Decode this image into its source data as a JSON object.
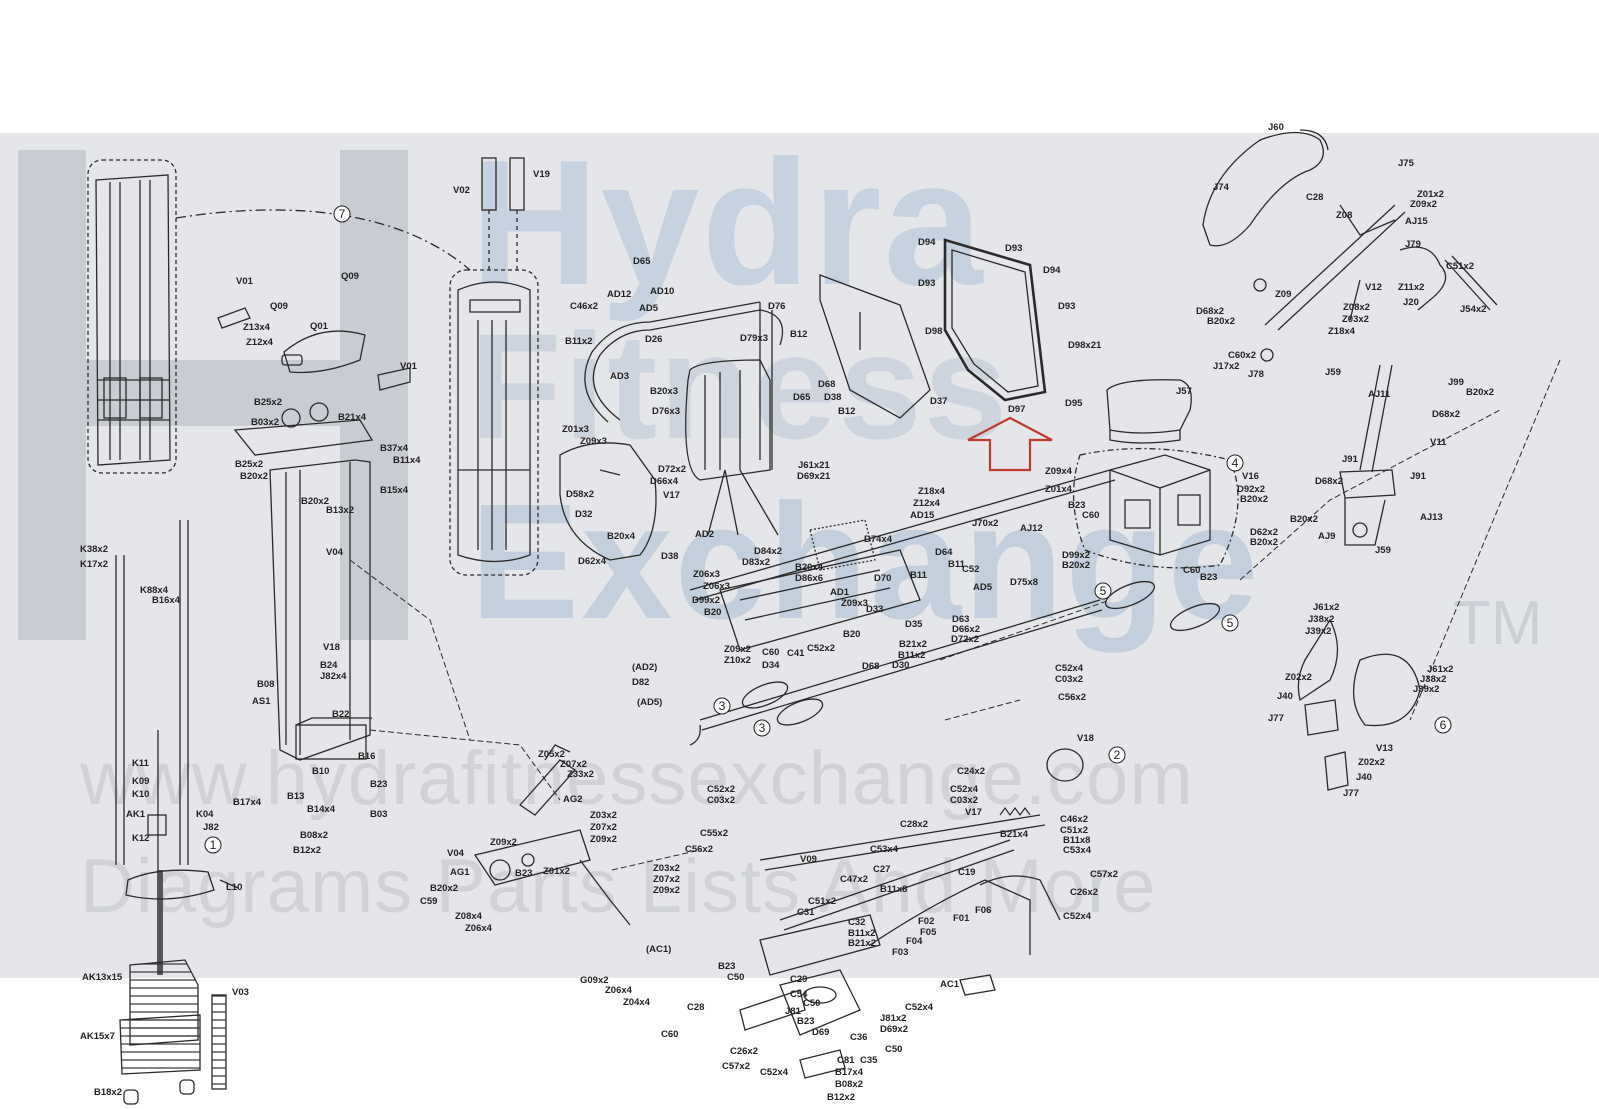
{
  "watermark": {
    "brand_line1": "Hydra",
    "brand_line2": "Fitness",
    "brand_line3": "Exchange",
    "trademark": "TM",
    "url": "www.hydrafitnessexchange.com",
    "tagline": "Diagrams Parts Lists And More"
  },
  "colors": {
    "band": "#e5e6ea",
    "line": "#2a2a2a",
    "highlight_arrow": "#c0392b",
    "watermark_blue": "#b8c7d8",
    "watermark_grey": "#c9cbd0"
  },
  "assembly_callouts": [
    "1",
    "2",
    "3",
    "3",
    "4",
    "5",
    "5",
    "6",
    "7"
  ],
  "parts": {
    "v02": "V02",
    "v19": "V19",
    "v01a": "V01",
    "v01b": "V01",
    "q09a": "Q09",
    "q09b": "Q09",
    "q01": "Q01",
    "z13": "Z13x4",
    "z12": "Z12x4",
    "b25": "B25x2",
    "b03a": "B03x2",
    "b21a": "B21x4",
    "b37": "B37x4",
    "b11a": "B11x4",
    "b15": "B15x4",
    "b20a": "B20x2",
    "b13": "B13x2",
    "b25b": "B25x2",
    "b20b": "B20x2",
    "v04": "V04",
    "v18a": "V18",
    "b24": "B24",
    "j82a": "J82x4",
    "b08": "B08",
    "as1": "AS1",
    "b22": "B22",
    "k38": "K38x2",
    "k17": "K17x2",
    "k88": "K88x4",
    "b16": "B16x4",
    "k11": "K11",
    "k09": "K09",
    "k10": "K10",
    "ak1": "AK1",
    "k04": "K04",
    "j82b": "J82",
    "k12": "K12",
    "l10": "L10",
    "ak13": "AK13x15",
    "ak15": "AK15x7",
    "v03": "V03",
    "b18": "B18x2",
    "b10": "B10",
    "b16b": "B16",
    "b23a": "B23",
    "b17a": "B17x4",
    "b13b": "B13",
    "b14": "B14x4",
    "b03b": "B03",
    "b08b": "B08x2",
    "b12a": "B12x2",
    "d65a": "D65",
    "ad12": "AD12",
    "ad10": "AD10",
    "ad5a": "AD5",
    "c46a": "C46x2",
    "b11b": "B11x2",
    "d26": "D26",
    "d76": "D76",
    "d79": "D79x3",
    "b12b": "B12",
    "ad3": "AD3",
    "b20c": "B20x3",
    "d76b": "D76x3",
    "d65b": "D65",
    "d38a": "D38",
    "d68": "D68",
    "b12c": "B12",
    "z01": "Z01x3",
    "z09": "Z09x3",
    "d72": "D72x2",
    "d66": "D66x4",
    "j61": "J61x21",
    "d69": "D69x21",
    "d58": "D58x2",
    "d32": "D32",
    "b20d": "B20x4",
    "d62": "D62x4",
    "d38b": "D38",
    "ad2": "AD2",
    "v17a": "V17",
    "d74": "D74x4",
    "d37": "D37",
    "d94a": "D94",
    "d93a": "D93",
    "d94b": "D94",
    "d93b": "D93",
    "d93c": "D93",
    "d98": "D98",
    "d98b": "D98x21",
    "d97": "D97",
    "d95": "D95",
    "z18": "Z18x4",
    "z12b": "Z12x4",
    "ad15": "AD15",
    "j57": "J57",
    "v16a": "V16",
    "z09b": "Z09x4",
    "z01b": "Z01x4",
    "b23b": "B23",
    "c60a": "C60",
    "d92": "D92x2",
    "b20e": "B20x2",
    "j70": "J70x2",
    "aj12": "AJ12",
    "d99": "D99x2",
    "b20f": "B20x2",
    "d75": "D75x8",
    "d62b": "D62x2",
    "b20g": "B20x2",
    "c60b": "C60",
    "b23c": "B23",
    "j60": "J60",
    "j75": "J75",
    "c28a": "C28",
    "z01c": "Z01x2",
    "z09c": "Z09x2",
    "j74": "J74",
    "z08": "Z08",
    "aj15": "AJ15",
    "j79": "J79",
    "c51a": "C51x2",
    "v12": "V12",
    "z11": "Z11x2",
    "j20": "J20",
    "j54": "J54x2",
    "d68b": "D68x2",
    "b20h": "B20x2",
    "z09d": "Z09",
    "z08b": "Z08x2",
    "z03": "Z03x2",
    "z18b": "Z18x4",
    "j17": "J17x2",
    "c60c": "C60x2",
    "j78": "J78",
    "j59a": "J59",
    "aj11": "AJ11",
    "j99": "J99",
    "b20i": "B20x2",
    "d68c": "D68x2",
    "v11": "V11",
    "j91a": "J91",
    "j91b": "J91",
    "d68d": "D68x2",
    "b20j": "B20x2",
    "aj13": "AJ13",
    "aj9": "AJ9",
    "j59b": "J59",
    "j61b": "J61x2",
    "j38": "J38x2",
    "j39": "J39x2",
    "z02": "Z02x2",
    "j40a": "J40",
    "j77a": "J77",
    "j61c": "J61x2",
    "j38b": "J38x2",
    "j39b": "J39x2",
    "v13": "V13",
    "z02b": "Z02x2",
    "j40b": "J40",
    "j77b": "J77",
    "d84": "D84x2",
    "d83": "D83x2",
    "b20k": "B20x4",
    "d86": "D86x6",
    "z06": "Z06x3",
    "z06b": "Z06x3",
    "d99b": "D99x2",
    "b20l": "B20",
    "ad1": "AD1",
    "z09e": "Z09x3",
    "d70": "D70",
    "b11c": "B11",
    "d64": "D64",
    "b11d": "B11",
    "c52a": "C52",
    "ad5b": "AD5",
    "d33": "D33",
    "d35": "D35",
    "d63": "D63",
    "d66b": "D66x2",
    "d72b": "D72x2",
    "b21b": "B21x2",
    "b11e": "B11x2",
    "d30": "D30",
    "d68e": "D68",
    "z09f": "Z09x2",
    "z10": "Z10x2",
    "c60d": "C60",
    "c41": "C41",
    "c52b": "C52x2",
    "b20m": "B20",
    "d34": "D34",
    "ad2b": "(AD2)",
    "d82": "D82",
    "ad5c": "(AD5)",
    "c52c": "C52x4",
    "c03a": "C03x2",
    "c56a": "C56x2",
    "z05": "Z05x2",
    "z07": "Z07x2",
    "z33": "Z33x2",
    "ag2": "AG2",
    "z03b": "Z03x2",
    "z07b": "Z07x2",
    "z09g": "Z09x2",
    "v18b": "V18",
    "c24": "C24x2",
    "c52d": "C52x4",
    "c03b": "C03x2",
    "v17b": "V17",
    "c28b": "C28x2",
    "c52e": "C52x2",
    "c03c": "C03x2",
    "c55": "C55x2",
    "c56b": "C56x2",
    "v09": "V09",
    "c53": "C53x4",
    "c27": "C27",
    "c46b": "C46x2",
    "c51b": "C51x2",
    "b21c": "B21x4",
    "b11f": "B11x8",
    "c53b": "C53x4",
    "c19": "C19",
    "c47": "C47x2",
    "b11g": "B11x8",
    "c51c": "C51x2",
    "c31": "C31",
    "c57": "C57x2",
    "c26": "C26x2",
    "c52f": "C52x4",
    "f06": "F06",
    "f01": "F01",
    "f02": "F02",
    "f05": "F05",
    "f04": "F04",
    "f03": "F03",
    "c32": "C32",
    "b11h": "B11x2",
    "b21d": "B21x2",
    "v04b": "V04",
    "ag1": "AG1",
    "z09h": "Z09x2",
    "b23d": "B23",
    "z01d": "Z01x2",
    "b20n": "B20x2",
    "c59": "C59",
    "z08c": "Z08x4",
    "z06c": "Z06x4",
    "z03c": "Z03x2",
    "z07c": "Z07x2",
    "z09i": "Z09x2",
    "ac1a": "(AC1)",
    "g09": "G09x2",
    "z06d": "Z06x4",
    "z04": "Z04x4",
    "b23e": "B23",
    "c50a": "C50",
    "c28c": "C28",
    "c60e": "C60",
    "c29": "C29",
    "c54": "C54",
    "c50b": "C50",
    "j81a": "J81",
    "b23f": "B23",
    "c26b": "C26x2",
    "d69b": "D69",
    "c36": "C36",
    "c50c": "C50",
    "c57b": "C57x2",
    "c52g": "C52x4",
    "c81": "C81",
    "c35": "C35",
    "b17b": "B17x4",
    "b08c": "B08x2",
    "b12d": "B12x2",
    "j81b": "J81x2",
    "d69c": "D69x2",
    "c52h": "C52x4",
    "ac1b": "AC1"
  }
}
